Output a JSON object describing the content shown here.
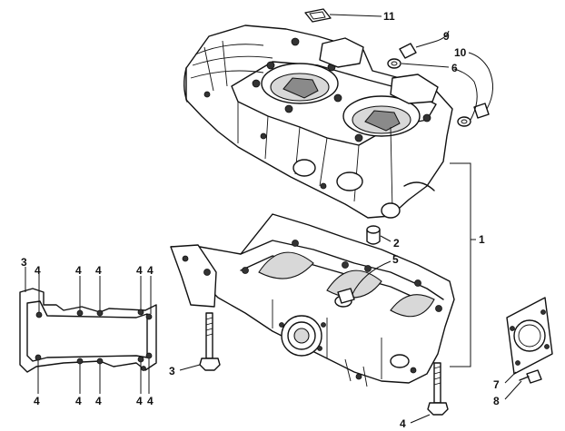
{
  "callouts": {
    "c1": "1",
    "c2": "2",
    "c3a": "3",
    "c3b": "3",
    "c4a": "4",
    "c4b": "4",
    "c4c": "4",
    "c4d": "4",
    "c4e": "4",
    "c4f": "4",
    "c4g": "4",
    "c4h": "4",
    "c4i": "4",
    "c4j": "4",
    "c4k": "4",
    "c5": "5",
    "c6": "6",
    "c7": "7",
    "c8": "8",
    "c9": "9",
    "c10": "10",
    "c11": "11"
  }
}
